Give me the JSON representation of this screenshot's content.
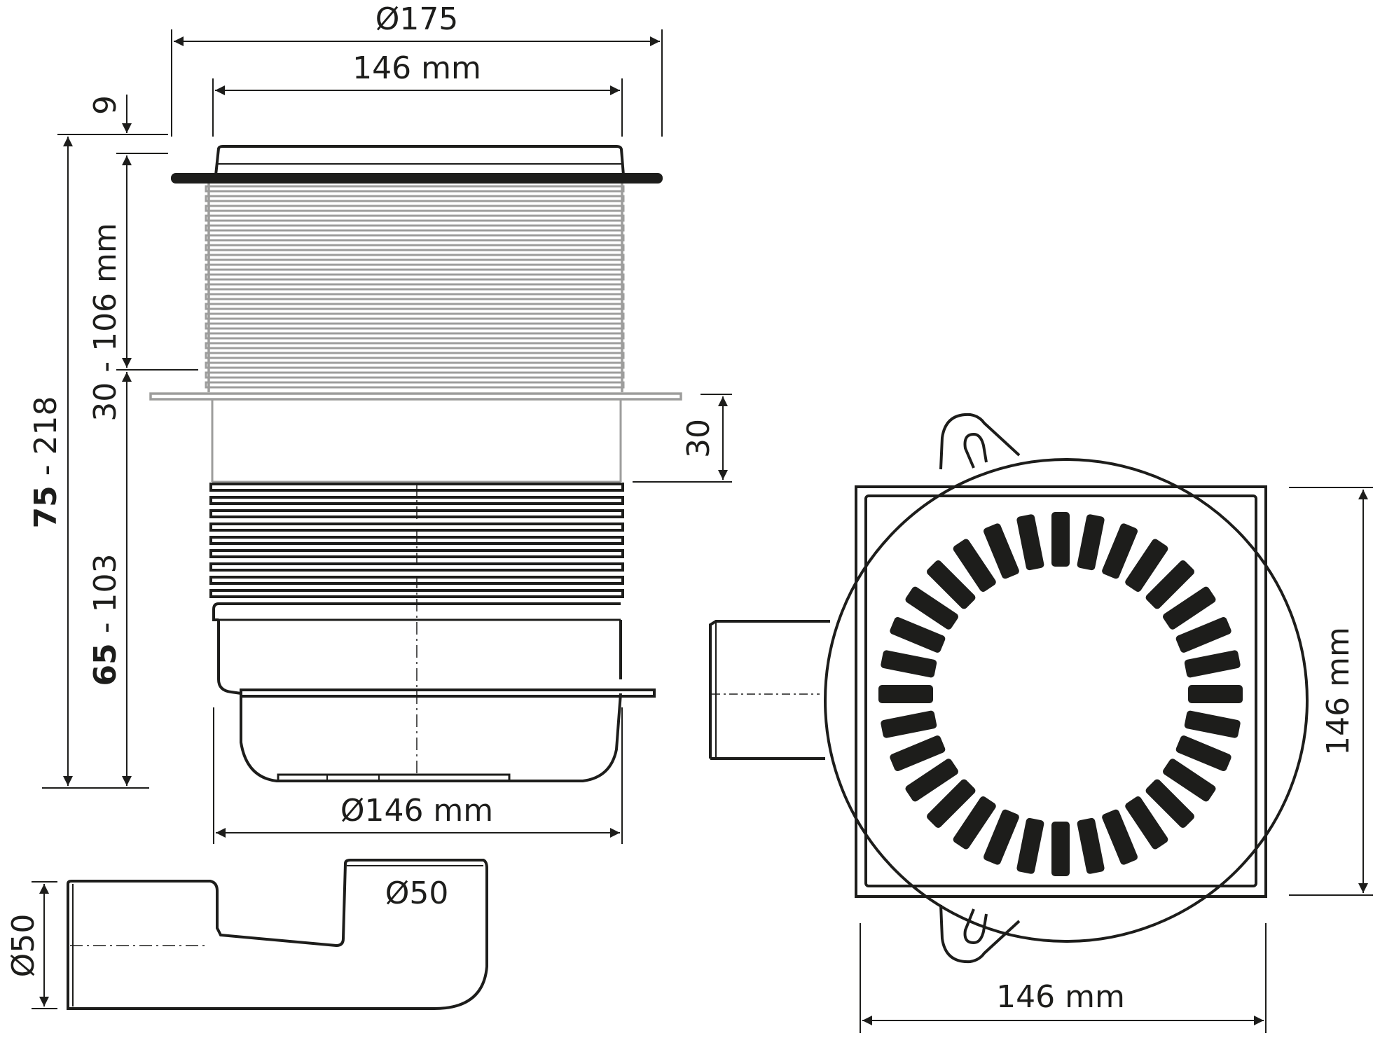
{
  "drawing": {
    "subject": "Floor drain technical drawing",
    "stroke_color": "#1d1d1b",
    "secondary_color": "#9d9d9c",
    "background": "#ffffff"
  },
  "side_view": {
    "dims": {
      "flange_diameter": "Ø175",
      "top_width": "146 mm",
      "grate_height": "9",
      "extension_height": "30 - 106 mm",
      "total_height_min": "75",
      "total_height_rest": " - 218",
      "body_height_min": "65",
      "body_height_rest": " - 103",
      "membrane_offset": "30",
      "body_diameter": "Ø146 mm"
    }
  },
  "trap_view": {
    "dims": {
      "outlet_height": "Ø50",
      "outlet_diameter": "Ø50"
    }
  },
  "top_view": {
    "dims": {
      "grate_height": "146 mm",
      "grate_width": "146 mm"
    },
    "slot_count": 32
  }
}
